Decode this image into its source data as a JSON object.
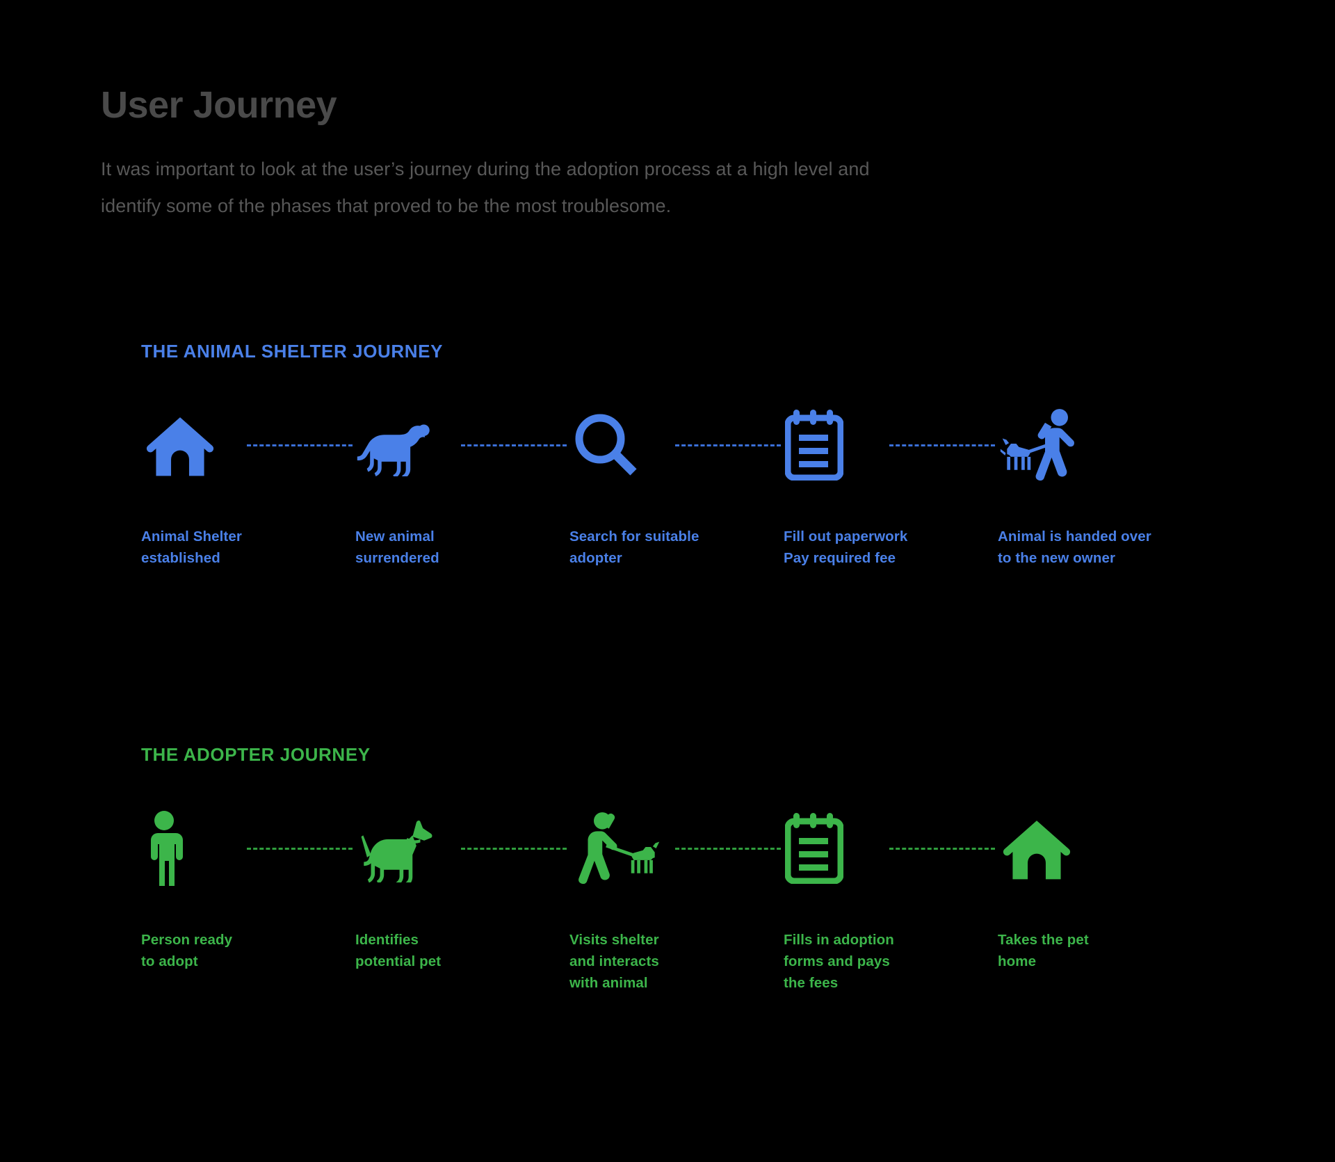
{
  "header": {
    "title": "User Journey",
    "subtitle": "It was important to look at the user’s journey during the adoption process at a high level and identify some of the phases that proved to be the most troublesome."
  },
  "colors": {
    "background": "#000000",
    "title": "#4a4a4a",
    "subtitle": "#585858",
    "blue": "#4a80e8",
    "green": "#3cb54a",
    "blue_dash": "#3a6fd8",
    "green_dash": "#2f9e3d"
  },
  "sections": [
    {
      "id": "animal-shelter-journey",
      "heading": "THE ANIMAL SHELTER JOURNEY",
      "accent": "#4a80e8",
      "steps": [
        {
          "icon": "dog-house-icon",
          "label": "Animal Shelter\nestablished"
        },
        {
          "icon": "dog-standing-icon",
          "label": "New animal\nsurrendered"
        },
        {
          "icon": "magnifying-glass-icon",
          "label": "Search for suitable\nadopter"
        },
        {
          "icon": "notepad-icon",
          "label": "Fill out paperwork\nPay required fee"
        },
        {
          "icon": "person-walking-dog-icon",
          "label": "Animal is handed over\nto the new owner"
        }
      ]
    },
    {
      "id": "adopter-journey",
      "heading": "THE ADOPTER JOURNEY",
      "accent": "#3cb54a",
      "steps": [
        {
          "icon": "person-standing-icon",
          "label": "Person ready\nto adopt"
        },
        {
          "icon": "dog-side-icon",
          "label": "Identifies\npotential pet"
        },
        {
          "icon": "person-walking-dog-icon",
          "label": "Visits shelter\nand interacts\nwith animal"
        },
        {
          "icon": "notepad-icon",
          "label": "Fills in adoption\nforms and pays\nthe fees"
        },
        {
          "icon": "dog-house-icon",
          "label": "Takes the pet\nhome"
        }
      ]
    }
  ]
}
